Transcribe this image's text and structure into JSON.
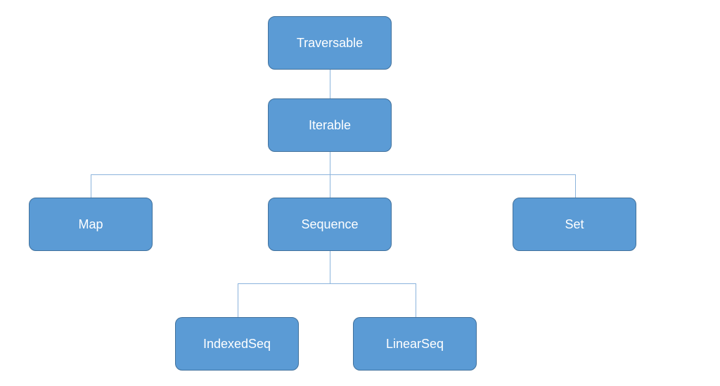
{
  "diagram": {
    "type": "hierarchy-tree",
    "colors": {
      "node_fill": "#5b9bd5",
      "node_border": "#41719c",
      "node_text": "#ffffff",
      "connector": "#8bb3dc",
      "background": "#ffffff"
    },
    "nodes": {
      "traversable": "Traversable",
      "iterable": "Iterable",
      "map": "Map",
      "sequence": "Sequence",
      "set": "Set",
      "indexedseq": "IndexedSeq",
      "linearseq": "LinearSeq"
    },
    "edges": [
      [
        "Traversable",
        "Iterable"
      ],
      [
        "Iterable",
        "Map"
      ],
      [
        "Iterable",
        "Sequence"
      ],
      [
        "Iterable",
        "Set"
      ],
      [
        "Sequence",
        "IndexedSeq"
      ],
      [
        "Sequence",
        "LinearSeq"
      ]
    ]
  }
}
